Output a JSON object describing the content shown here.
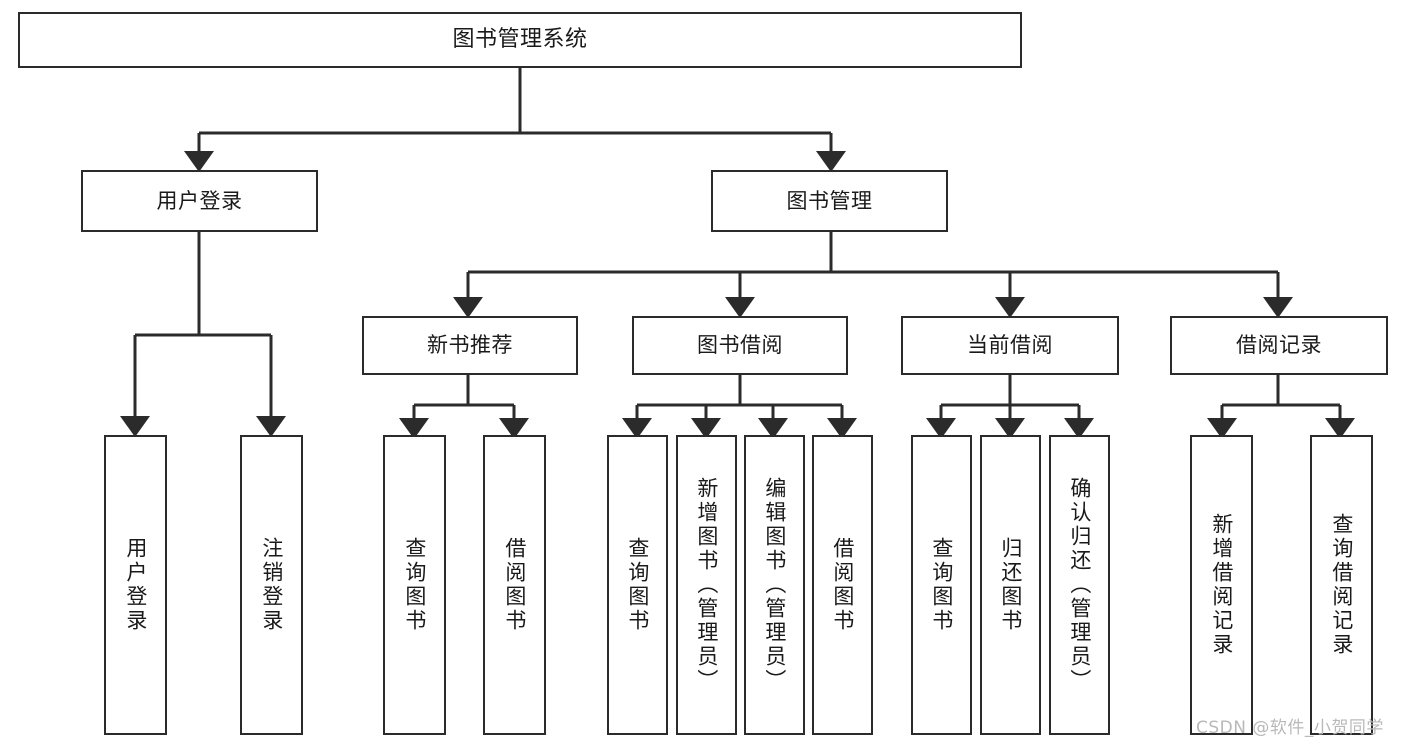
{
  "diagram": {
    "title": "图书管理系统",
    "type": "tree-hierarchy-chart",
    "watermark": "CSDN @软件_小贺同学",
    "colors": {
      "stroke": "#2b2b2b",
      "fill": "#ffffff",
      "text": "#1a1a1a",
      "watermark": "#b9b9b9"
    },
    "nodes": {
      "root": {
        "label": "图书管理系统"
      },
      "level2": [
        {
          "label": "用户登录"
        },
        {
          "label": "图书管理"
        }
      ],
      "level3": [
        {
          "label": "新书推荐"
        },
        {
          "label": "图书借阅"
        },
        {
          "label": "当前借阅"
        },
        {
          "label": "借阅记录"
        }
      ],
      "leaves": {
        "user_login": [
          {
            "label": "用户登录"
          },
          {
            "label": "注销登录"
          }
        ],
        "new_book": [
          {
            "label": "查询图书"
          },
          {
            "label": "借阅图书"
          }
        ],
        "borrow": [
          {
            "label": "查询图书"
          },
          {
            "label": "新增图书（管理员）"
          },
          {
            "label": "编辑图书（管理员）"
          },
          {
            "label": "借阅图书"
          }
        ],
        "current": [
          {
            "label": "查询图书"
          },
          {
            "label": "归还图书"
          },
          {
            "label": "确认归还（管理员）"
          }
        ],
        "records": [
          {
            "label": "新增借阅记录"
          },
          {
            "label": "查询借阅记录"
          }
        ]
      }
    }
  }
}
